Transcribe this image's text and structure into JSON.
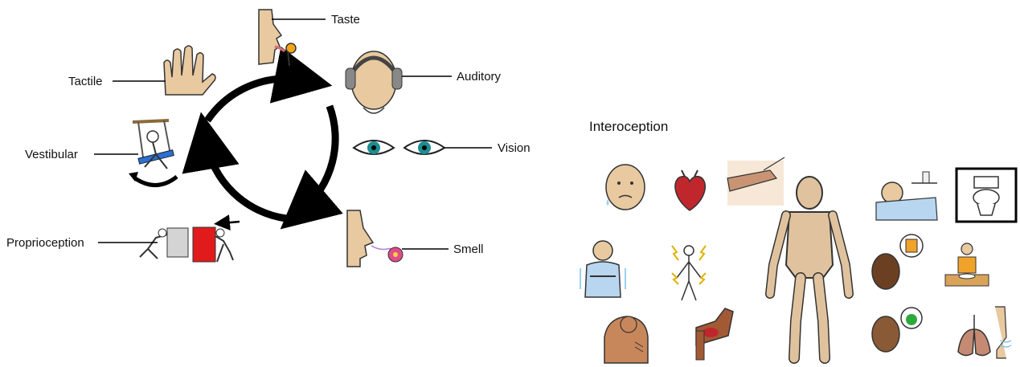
{
  "senses": {
    "taste": "Taste",
    "auditory": "Auditory",
    "tactile": "Tactile",
    "vision": "Vision",
    "vestibular": "Vestibular",
    "proprioception": "Proprioception",
    "smell": "Smell"
  },
  "interoception": {
    "title": "Interoception"
  },
  "colors": {
    "skin": "#e8c9a0",
    "skin_dark": "#6b3f22",
    "eye": "#1c8d92",
    "heart": "#c0272d",
    "blanket": "#b8d6f0",
    "proprio_red": "#e11b1b",
    "proprio_grey": "#d4d4d4",
    "swing_seat": "#2c6fd0",
    "flower": "#e04b8b",
    "apple": "#2ea83a"
  }
}
